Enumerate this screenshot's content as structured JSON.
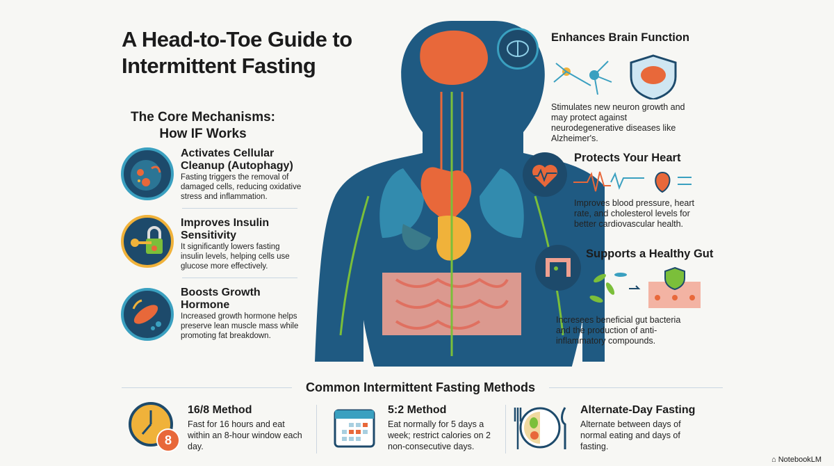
{
  "title": [
    "A Head-to-Toe Guide to",
    "Intermittent Fasting"
  ],
  "core": {
    "heading": [
      "The Core Mechanisms:",
      "How IF Works"
    ],
    "items": [
      {
        "title": [
          "Activates Cellular",
          "Cleanup (Autophagy)"
        ],
        "text": "Fasting triggers the removal of damaged cells, reducing oxidative stress and inflammation.",
        "icon": "cell-cleanup-icon"
      },
      {
        "title": [
          "Improves Insulin",
          "Sensitivity"
        ],
        "text": "It significantly lowers fasting insulin levels, helping cells use glucose more effectively.",
        "icon": "key-lock-icon"
      },
      {
        "title": [
          "Boosts Growth",
          "Hormone"
        ],
        "text": "Increased growth hormone helps preserve lean muscle mass while promoting fat breakdown.",
        "icon": "muscle-icon"
      }
    ]
  },
  "benefits": [
    {
      "title": "Enhances Brain Function",
      "text": "Stimulates new neuron growth and may protect against neurodegenerative diseases like Alzheimer's.",
      "icon": "brain-icon"
    },
    {
      "title": "Protects Your Heart",
      "text": "Improves blood pressure, heart rate, and cholesterol levels for better cardiovascular health.",
      "icon": "heart-icon"
    },
    {
      "title": "Supports a Healthy Gut",
      "text": "Incresees beneficial gut bacteria and the production of anti-inflammatory compounds.",
      "icon": "gut-icon"
    }
  ],
  "methods": {
    "heading": "Common Intermittent Fasting Methods",
    "items": [
      {
        "title": "16/8 Method",
        "text": "Fast for 16 hours and eat within an 8-hour window each day.",
        "icon": "clock-icon",
        "badge": "8"
      },
      {
        "title": "5:2 Method",
        "text": "Eat normally for 5 days a week; restrict calories on 2 non-consecutive days.",
        "icon": "calendar-icon"
      },
      {
        "title": "Alternate-Day Fasting",
        "text": "Alternate between days of normal eating and days of fasting.",
        "icon": "plate-icon"
      }
    ]
  },
  "branding": "NotebookLM",
  "colors": {
    "navy": "#1d4a6b",
    "teal": "#3aa0c0",
    "orange": "#e8683a",
    "green": "#7bbf3a",
    "gold": "#f0b23a"
  }
}
